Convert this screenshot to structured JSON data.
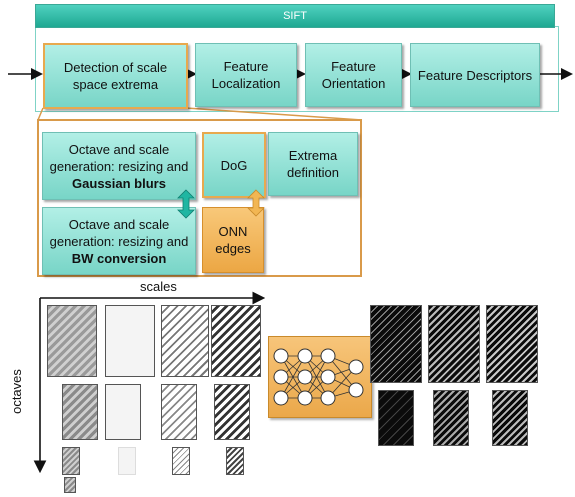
{
  "sift": {
    "title": "SIFT"
  },
  "pipeline": [
    {
      "label": "Detection of scale space extrema"
    },
    {
      "label": "Feature Localization"
    },
    {
      "label": "Feature Orientation"
    },
    {
      "label": "Feature Descriptors"
    }
  ],
  "detail": {
    "octave_gaussian": {
      "text": "Octave and scale generation: resizing and ",
      "bold": "Gaussian blurs"
    },
    "octave_bw": {
      "text": "Octave and scale generation: resizing and ",
      "bold": "BW conversion"
    },
    "dog": "DoG",
    "extrema": "Extrema definition",
    "onn": "ONN edges"
  },
  "grid": {
    "scales_label": "scales",
    "octaves_label": "octaves"
  },
  "colors": {
    "teal_box": "#9fe6da",
    "sift_bar": "#2fbca8",
    "orange": "#f0b257",
    "frame": "#d99a4a",
    "nn_panel": "#f0b35c"
  }
}
